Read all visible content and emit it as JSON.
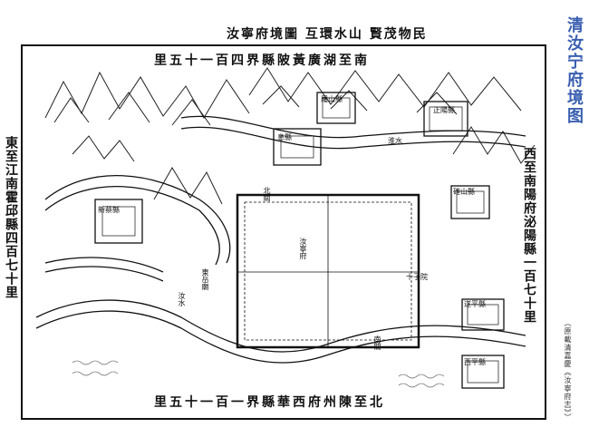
{
  "header": {
    "title": "汝寧府境圖 互環水山 賢茂物民"
  },
  "caption": "清汝宁府境图",
  "source_note": "（原載清嘉慶《汝寧府志》）",
  "edges": {
    "top": "里五十一百四界縣陂黃廣湖至南",
    "bottom": "里五十一百一界縣華西府州陳至北",
    "left": "東至江南霍邱縣四百七十里",
    "right": "西至南陽府泌陽縣一百七十里"
  },
  "labels": {
    "river_ru": "汝水",
    "river_huai": "淮水",
    "city_east": "新蔡縣",
    "city_ne": "確山縣",
    "city_west": "遂平縣",
    "city_sw": "西平縣",
    "city_nw_top": "羅山縣",
    "city_nw2": "息縣",
    "place_1": "正陽縣",
    "place_2": "汝寧府",
    "place_3": "東岳廟",
    "place_4": "南關",
    "place_5": "北關",
    "place_6": "十子院"
  }
}
